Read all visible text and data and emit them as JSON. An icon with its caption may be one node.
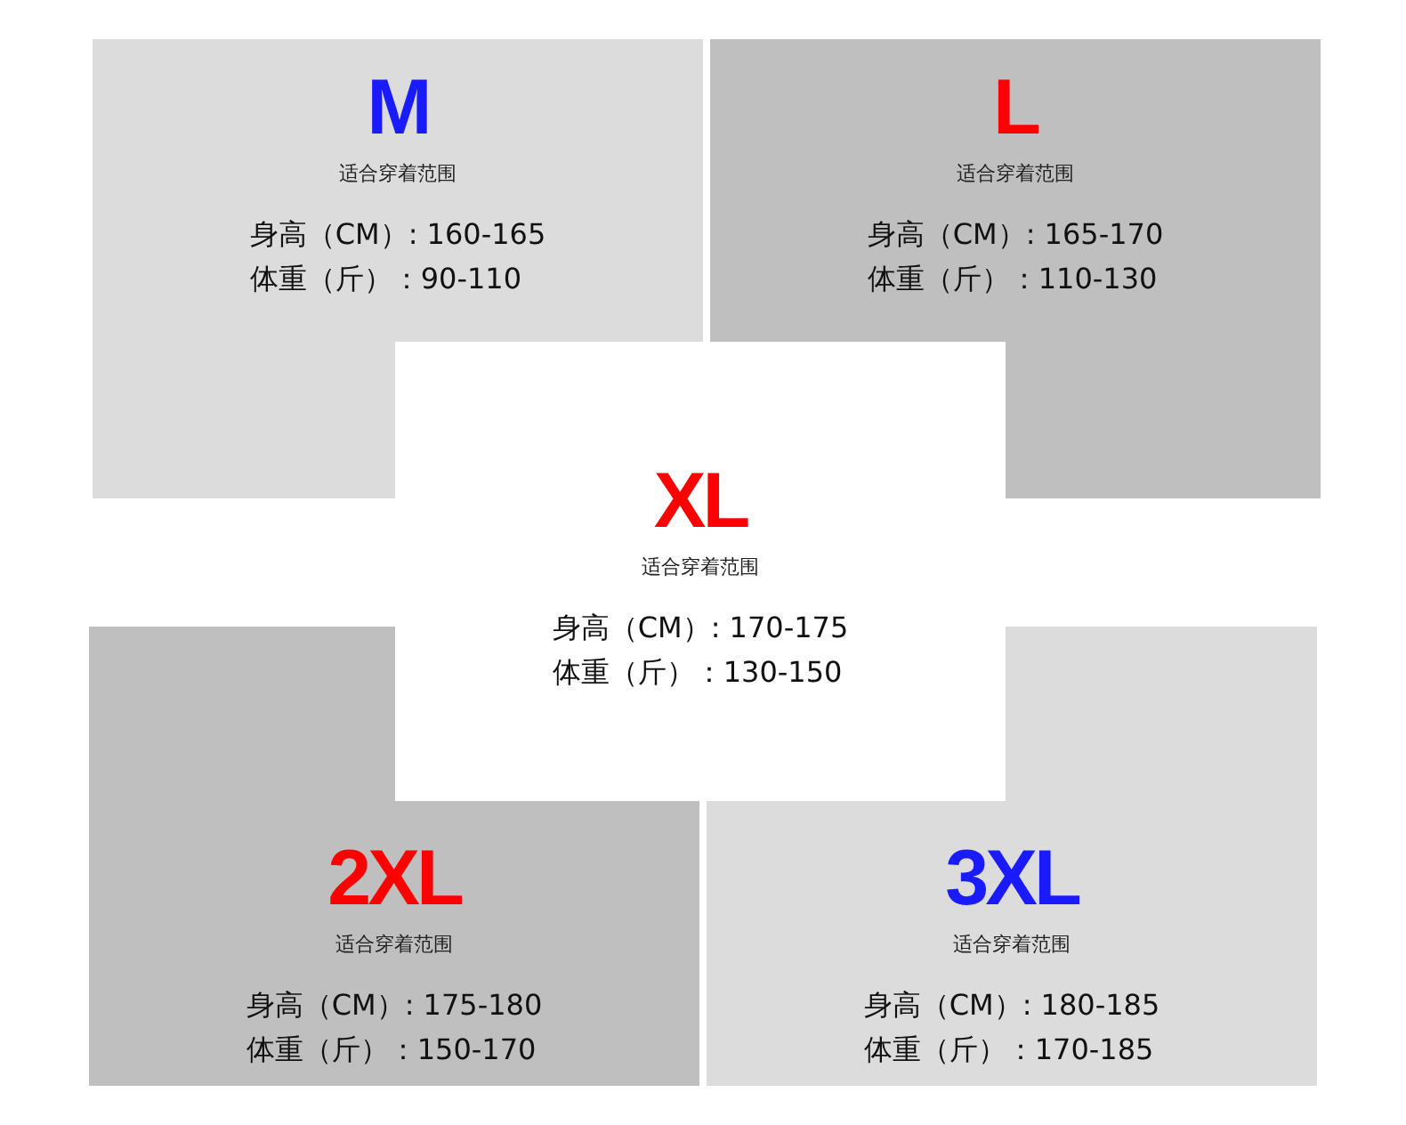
{
  "diagram": {
    "nodes": [
      {
        "text": [
          "M",
          "适合穿着范围",
          "身高（CM）: 160-165",
          "体重（斤）：90-110"
        ]
      },
      {
        "text": [
          "L",
          "适合穿着范围",
          "身高（CM）: 165-170",
          "体重（斤）：110-130"
        ]
      },
      {
        "text": [
          "XL",
          "适合穿着范围",
          "身高（CM）: 170-175",
          "体重（斤）：130-150"
        ]
      },
      {
        "text": [
          "2XL",
          "适合穿着范围",
          "身高（CM）: 175-180",
          "体重（斤）：150-170"
        ]
      },
      {
        "text": [
          "3XL",
          "适合穿着范围",
          "身高（CM）: 180-185",
          "体重（斤）：170-185"
        ]
      }
    ]
  }
}
